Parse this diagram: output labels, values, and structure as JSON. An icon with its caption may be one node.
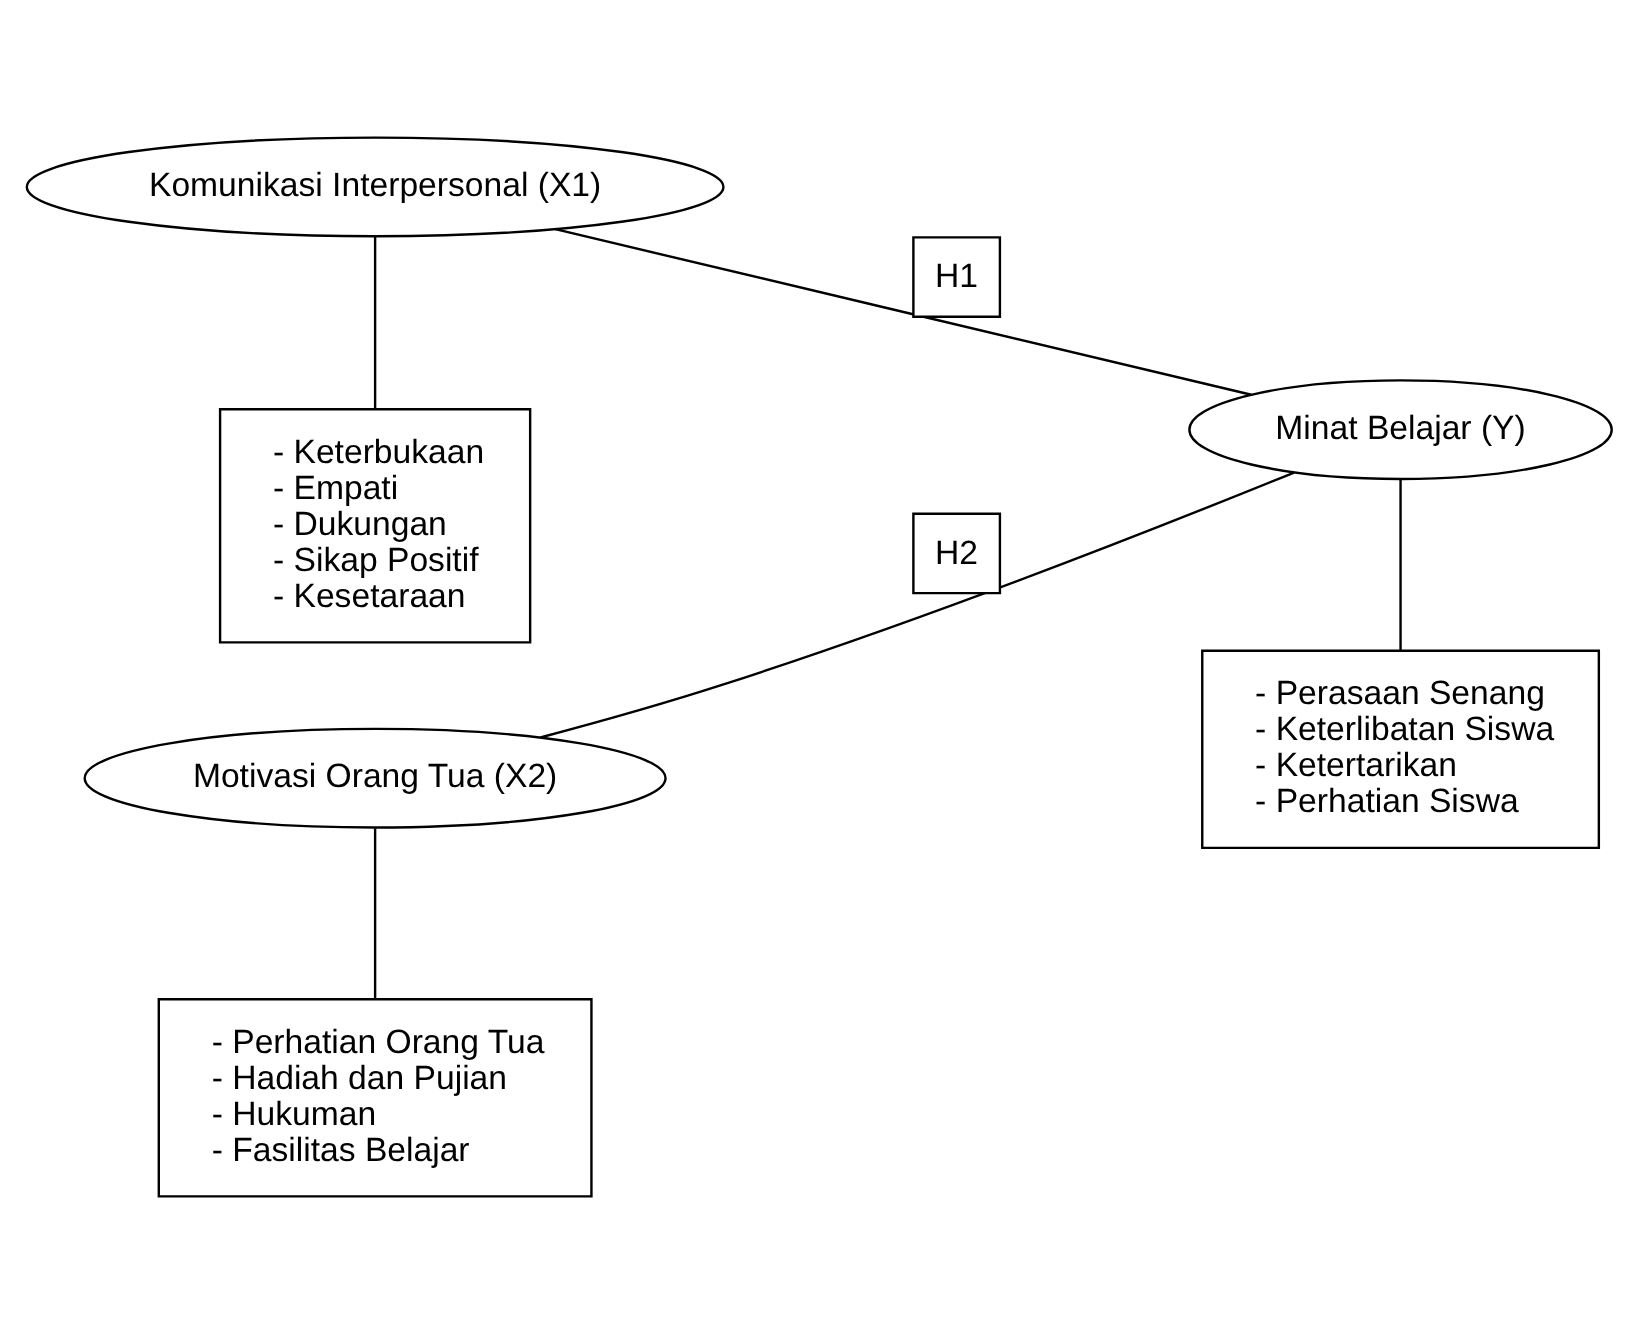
{
  "diagram": {
    "nodes": [
      {
        "text": [
          "Komunikasi Interpersonal (X1)"
        ]
      },
      {
        "text": [
          "- Keterbukaan",
          "- Empati",
          "- Dukungan",
          "- Sikap Positif",
          "- Kesetaraan"
        ]
      },
      {
        "text": [
          "Motivasi Orang Tua (X2)"
        ]
      },
      {
        "text": [
          "- Perhatian Orang Tua",
          "- Hadiah dan Pujian",
          "- Hukuman",
          "- Fasilitas Belajar"
        ]
      },
      {
        "text": [
          "Minat Belajar (Y)"
        ]
      },
      {
        "text": [
          "- Perasaan Senang",
          "- Keterlibatan Siswa",
          "- Ketertarikan",
          "- Perhatian Siswa"
        ]
      }
    ],
    "edges": [
      {
        "from": 0,
        "to": 1,
        "arrow": "none"
      },
      {
        "from": 0,
        "to": 4,
        "arrow": "none",
        "label": "H1"
      },
      {
        "from": 2,
        "to": 4,
        "arrow": "none",
        "label": "H2"
      },
      {
        "from": 2,
        "to": 3,
        "arrow": "none"
      },
      {
        "from": 4,
        "to": 5,
        "arrow": "none"
      }
    ]
  }
}
